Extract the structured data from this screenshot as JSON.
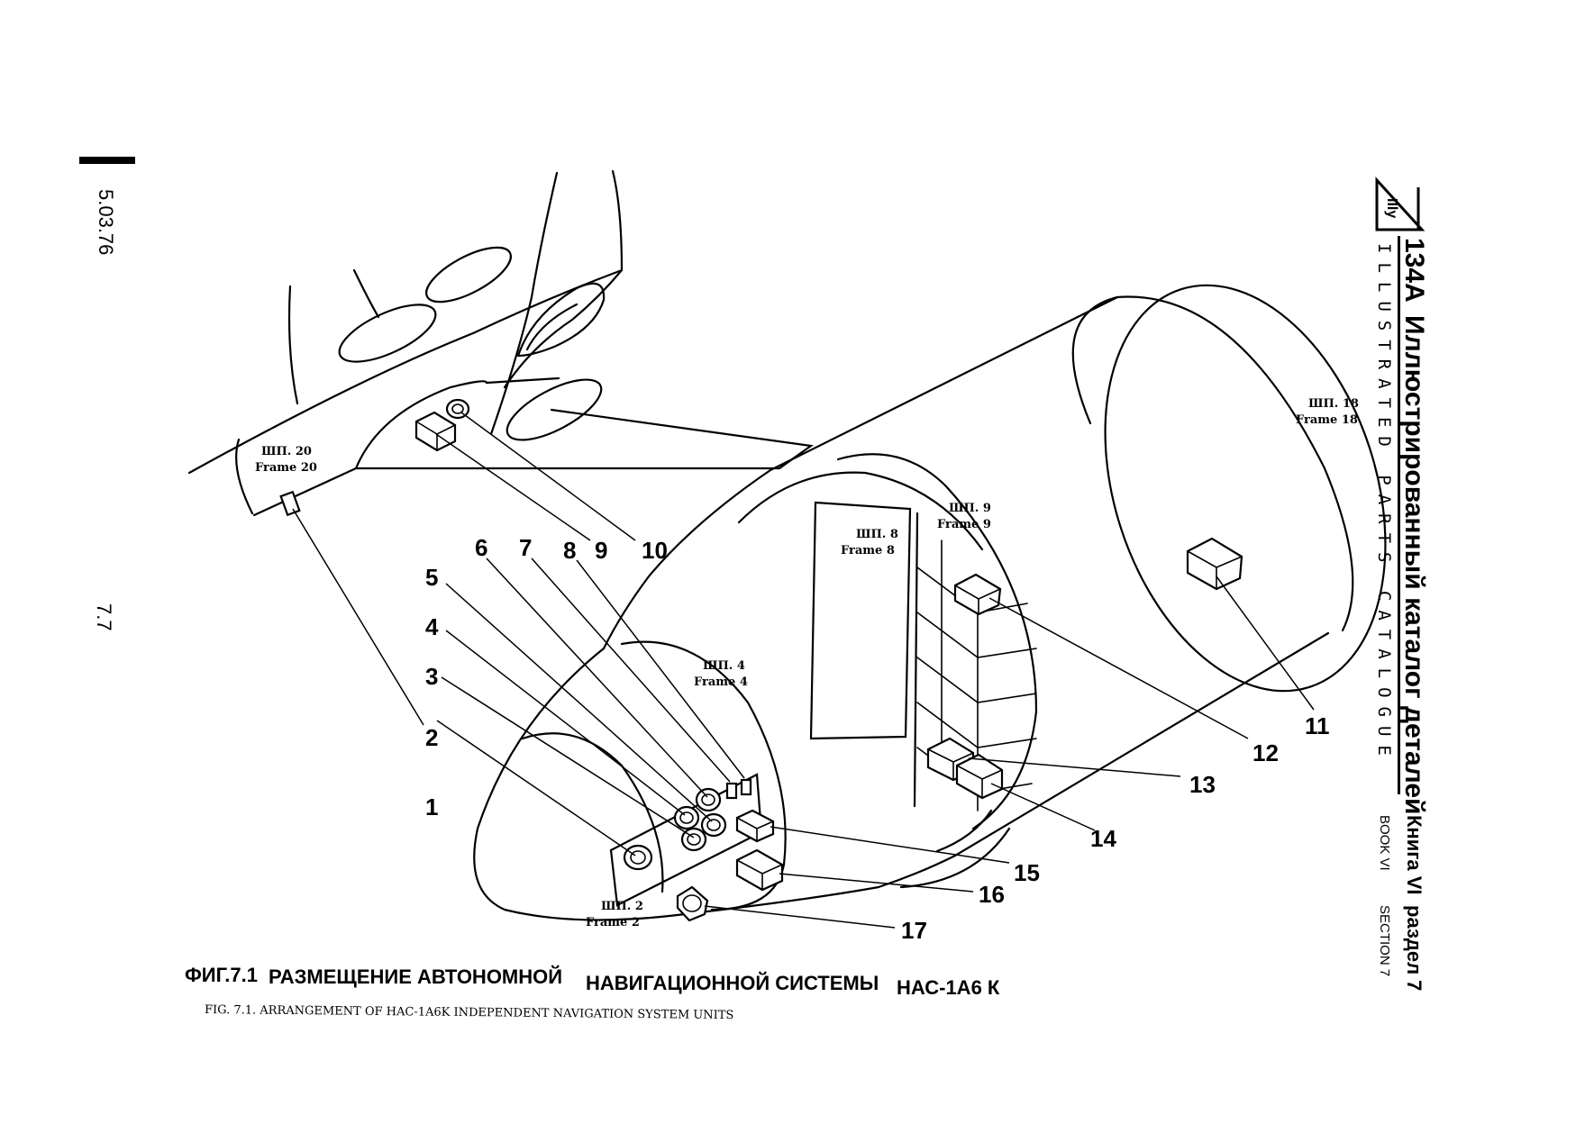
{
  "header": {
    "logo_text": "134A",
    "title_ru": "Иллюстрированный каталог деталей",
    "title_en": "ILLUSTRATED PARTS CATALOGUE",
    "book_ru": "Книга VI",
    "section_ru": "раздел 7",
    "book_en": "BOOK VI",
    "section_en": "SECTION 7"
  },
  "margin": {
    "date": "5.03.76",
    "page": "7.7"
  },
  "frames": [
    {
      "ru": "ШП. 20",
      "en": "Frame 20"
    },
    {
      "ru": "ШП. 18",
      "en": "Frame 18"
    },
    {
      "ru": "ШП. 9",
      "en": "Frame 9"
    },
    {
      "ru": "ШП. 8",
      "en": "Frame 8"
    },
    {
      "ru": "ШП. 4",
      "en": "Frame 4"
    },
    {
      "ru": "ШП. 2",
      "en": "Frame 2"
    }
  ],
  "callouts": [
    "1",
    "2",
    "3",
    "4",
    "5",
    "6",
    "7",
    "8",
    "9",
    "10",
    "11",
    "12",
    "13",
    "14",
    "15",
    "16",
    "17"
  ],
  "caption": {
    "ru_prefix": "ФИГ.7.1",
    "ru_part1": "РАЗМЕЩЕНИЕ АВТОНОМНОЙ",
    "ru_part2": "НАВИГАЦИОННОЙ СИСТЕМЫ",
    "ru_part3": "НАС-1А6 К",
    "en": "FIG. 7.1. ARRANGEMENT OF HAC-1A6K INDEPENDENT NAVIGATION SYSTEM UNITS"
  }
}
